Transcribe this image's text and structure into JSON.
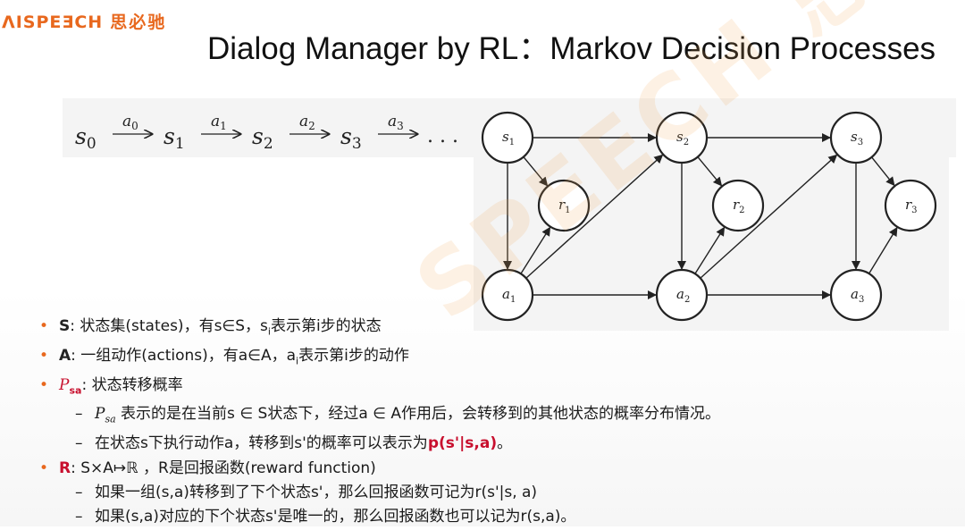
{
  "logo": {
    "brand": "AISPEECH",
    "brand_display": "ΛISPEƎCH",
    "cn": "思必驰"
  },
  "title": "Dialog Manager by RL：Markov Decision Processes",
  "sequence": {
    "states": [
      "s0",
      "s1",
      "s2",
      "s3"
    ],
    "actions": [
      "a0",
      "a1",
      "a2",
      "a3"
    ],
    "ellipsis": ". . ."
  },
  "mdp": {
    "nodes": {
      "s1": "s1",
      "s2": "s2",
      "s3": "s3",
      "r1": "r1",
      "r2": "r2",
      "r3": "r3",
      "a1": "a1",
      "a2": "a2",
      "a3": "a3"
    },
    "edges": [
      [
        "s1",
        "s2"
      ],
      [
        "s1",
        "r1"
      ],
      [
        "s1",
        "a1"
      ],
      [
        "a1",
        "r1"
      ],
      [
        "a1",
        "s2"
      ],
      [
        "a1",
        "a2"
      ],
      [
        "s2",
        "s3"
      ],
      [
        "s2",
        "r2"
      ],
      [
        "s2",
        "a2"
      ],
      [
        "a2",
        "r2"
      ],
      [
        "a2",
        "s3"
      ],
      [
        "a2",
        "a3"
      ],
      [
        "s3",
        "r3"
      ],
      [
        "s3",
        "a3"
      ],
      [
        "a3",
        "r3"
      ]
    ]
  },
  "watermark": "SPEECH 思必驰",
  "bullets": {
    "s": {
      "key": "S",
      "text": ": 状态集(states)，有s∈S，s",
      "sub": "i",
      "text2": "表示第i步的状态"
    },
    "a": {
      "key": "A",
      "text": ": 一组动作(actions)，有a∈A，a",
      "sub": "i",
      "text2": "表示第i步的动作"
    },
    "p": {
      "key": "P",
      "key_sub": "sa",
      "text": ": 状态转移概率",
      "sub1": {
        "sym": "P",
        "sym_sub": "sa",
        "text": " 表示的是在当前s ∈ S状态下，经过a ∈ A作用后，会转移到的其他状态的概率分布情况。"
      },
      "sub2": {
        "text": "在状态s下执行动作a，转移到s'的概率可以表示为",
        "highlight": "p(s'|s,a)",
        "end": "。"
      }
    },
    "r": {
      "key": "R",
      "text": ": S×A↦ℝ  ，R是回报函数(reward function)",
      "sub1": "如果一组(s,a)转移到了下个状态s'，那么回报函数可记为r(s'|s, a)",
      "sub2": "如果(s,a)对应的下个状态s'是唯一的，那么回报函数也可以记为r(s,a)。"
    }
  }
}
